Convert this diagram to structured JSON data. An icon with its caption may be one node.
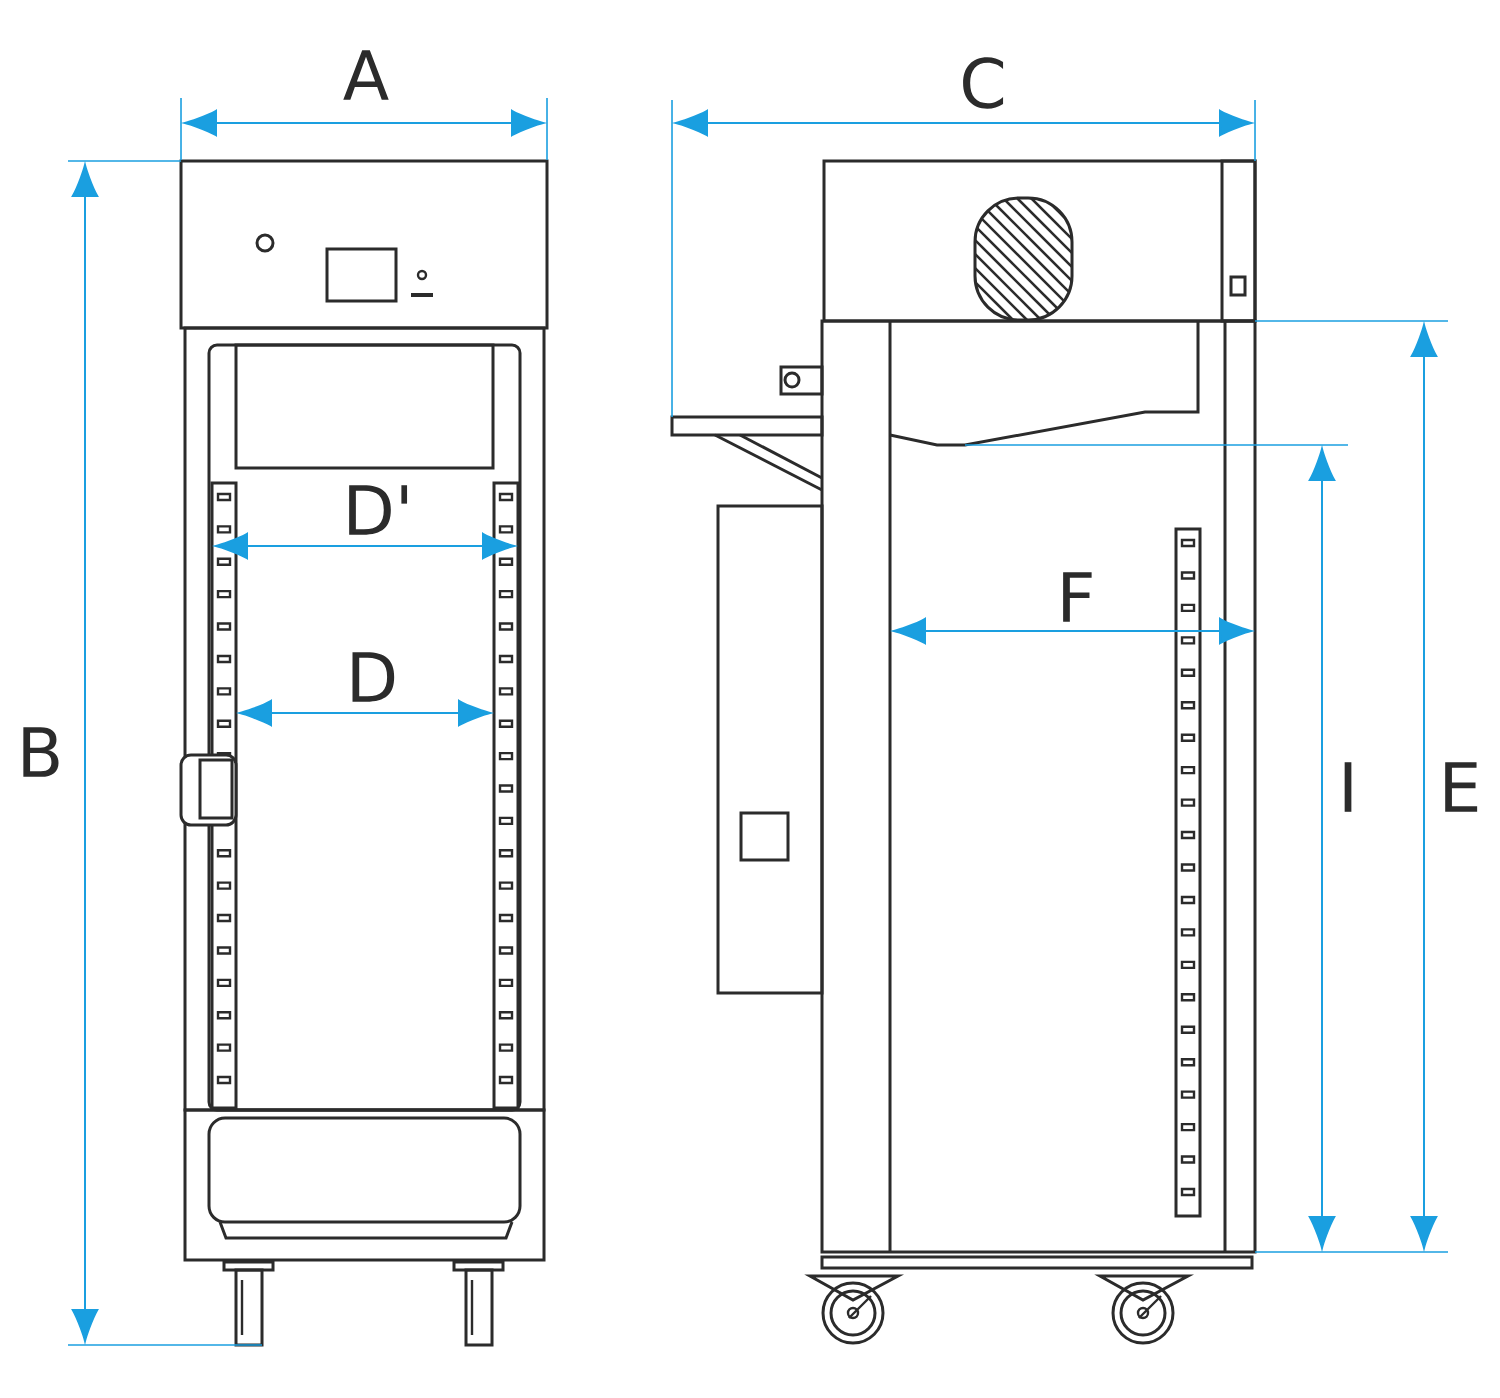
{
  "diagram": {
    "labels": [
      "A",
      "C",
      "D'",
      "F",
      "D",
      "B",
      "I",
      "E"
    ]
  }
}
